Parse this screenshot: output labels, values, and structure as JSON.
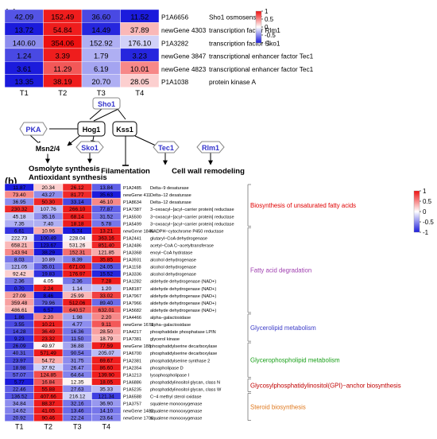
{
  "panel_a_letter": "(a)",
  "panel_b_letter": "(b)",
  "colors": {
    "low": "#1b1bdc",
    "mid": "#ffffff",
    "high": "#ee1111",
    "pathway_node": "#3333cc",
    "cat_fatty_acid_biosynthesis": "#e00000",
    "cat_fatty_acid_degradation": "#a040b0",
    "cat_glycerolipid": "#3b3bc8",
    "cat_glycerophospholipid": "#1aa01a",
    "cat_gpi": "#c00000",
    "cat_steroid": "#e07a20"
  },
  "chart_data": [
    {
      "type": "heatmap",
      "panel": "a",
      "columns": [
        "T1",
        "T2",
        "T3",
        "T4"
      ],
      "colorbar_ticks": [
        "1",
        "0.5",
        "0",
        "-0.5",
        "-1"
      ],
      "rows": [
        {
          "id": "P1A6656",
          "desc": "Sho1 osmosensor",
          "values": [
            "42.09",
            "152.49",
            "36.60",
            "11.52"
          ],
          "scores": [
            -0.75,
            0.95,
            -0.8,
            -1.0
          ]
        },
        {
          "id": "newGene 4303",
          "desc": "transcription factor Rlm1",
          "values": [
            "13.72",
            "54.84",
            "14.49",
            "37.89"
          ],
          "scores": [
            -1.0,
            0.95,
            -0.95,
            0.3
          ]
        },
        {
          "id": "P1A3282",
          "desc": "transcription factor Sko1",
          "values": [
            "140.60",
            "354.06",
            "152.92",
            "176.10"
          ],
          "scores": [
            -0.5,
            1.0,
            -0.35,
            -0.2
          ]
        },
        {
          "id": "newGene 3847",
          "desc": "transcriptional enhancer factor Tec1",
          "values": [
            "1.24",
            "3.39",
            "1.79",
            "3.23"
          ],
          "scores": [
            -0.8,
            0.95,
            -0.35,
            -0.95
          ]
        },
        {
          "id": "newGene 4823",
          "desc": "transcriptional enhancer factor Tec1",
          "values": [
            "3.61",
            "11.29",
            "6.19",
            "10.01"
          ],
          "scores": [
            -1.0,
            0.7,
            -0.4,
            0.5
          ]
        },
        {
          "id": "P1A1038",
          "desc": "protein kinase A",
          "values": [
            "13.35",
            "38.19",
            "20.70",
            "28.05"
          ],
          "scores": [
            -1.0,
            0.95,
            -0.35,
            0.2
          ]
        }
      ]
    },
    {
      "type": "heatmap",
      "panel": "b",
      "columns": [
        "T1",
        "T2",
        "T3",
        "T4"
      ],
      "colorbar_ticks": [
        "1",
        "0.5",
        "0",
        "-0.5",
        "-1"
      ],
      "rows": [
        {
          "id": "P1A2485",
          "desc": "Delta−9 desaturase",
          "values": [
            "11.87",
            "20.34",
            "26.12",
            "13.84"
          ],
          "scores": [
            -1.0,
            0.2,
            0.9,
            -0.7
          ]
        },
        {
          "id": "newGene 411",
          "desc": "Delta−12 desaturase",
          "values": [
            "73.40",
            "43.27",
            "81.77",
            "35.63"
          ],
          "scores": [
            0.5,
            -0.5,
            0.9,
            -1.0
          ]
        },
        {
          "id": "P1A8634",
          "desc": "Delta−12 desaturase",
          "values": [
            "36.95",
            "50.30",
            "33.14",
            "46.10"
          ],
          "scores": [
            -0.5,
            0.9,
            -0.8,
            0.5
          ]
        },
        {
          "id": "P1A7387",
          "desc": "3−oxoacyl−[acyl−carrier protein] reductase",
          "values": [
            "230.32",
            "107.76",
            "266.10",
            "77.87"
          ],
          "scores": [
            0.9,
            -0.3,
            0.95,
            -0.7
          ]
        },
        {
          "id": "P1A5500",
          "desc": "3−oxoacyl−[acyl−carrier protein] reductase",
          "values": [
            "45.18",
            "35.16",
            "68.14",
            "31.52"
          ],
          "scores": [
            -0.25,
            -0.5,
            0.95,
            -0.6
          ]
        },
        {
          "id": "P1A5499",
          "desc": "3−oxoacyl−[acyl−carrier protein] reductase",
          "values": [
            "7.35",
            "7.40",
            "18.18",
            "5.78"
          ],
          "scores": [
            -0.35,
            -0.35,
            0.95,
            -0.6
          ]
        },
        {
          "id": "newGene 1846",
          "desc": "NADPH−cytochrome P450 reductase",
          "values": [
            "6.61",
            "10.96",
            "5.74",
            "13.21"
          ],
          "scores": [
            -0.9,
            0.35,
            -1.0,
            0.95
          ]
        },
        {
          "id": "P1A2441",
          "desc": "glutaryl−CoA dehydrogenase",
          "values": [
            "222.73",
            "100.49",
            "228.04",
            "363.16"
          ],
          "scores": [
            -0.1,
            -0.9,
            -0.05,
            0.95
          ]
        },
        {
          "id": "P1A2486",
          "desc": "acetyl−CoA C−acetyltransferase",
          "values": [
            "658.21",
            "123.67",
            "531.26",
            "851.40"
          ],
          "scores": [
            0.3,
            -1.0,
            0.1,
            0.9
          ]
        },
        {
          "id": "P1A3368",
          "desc": "enoyl−CoA hydratase",
          "values": [
            "143.94",
            "38.29",
            "152.31",
            "121.85"
          ],
          "scores": [
            0.5,
            -1.0,
            0.6,
            0.35
          ]
        },
        {
          "id": "P1A3931",
          "desc": "alcohol dehydrogenase",
          "values": [
            "8.03",
            "10.89",
            "8.39",
            "35.85"
          ],
          "scores": [
            -0.6,
            -0.4,
            -0.55,
            0.95
          ]
        },
        {
          "id": "P1A1158",
          "desc": "alcohol dehydrogenase",
          "values": [
            "121.05",
            "35.01",
            "671.00",
            "24.05"
          ],
          "scores": [
            -0.35,
            -0.7,
            0.95,
            -0.75
          ]
        },
        {
          "id": "P1A3336",
          "desc": "alcohol dehydrogenase",
          "values": [
            "92.42",
            "19.83",
            "176.97",
            "15.52"
          ],
          "scores": [
            0.2,
            -0.9,
            0.95,
            -0.95
          ]
        },
        {
          "id": "P1A1282",
          "desc": "aldehyde dehydrogenase (NAD+)",
          "values": [
            "2.36",
            "4.05",
            "2.36",
            "7.28"
          ],
          "scores": [
            -0.6,
            0.0,
            -0.6,
            0.95
          ]
        },
        {
          "id": "P1A8187",
          "desc": "aldehyde dehydrogenase (NAD+)",
          "values": [
            "0.70",
            "2.24",
            "1.14",
            "1.20"
          ],
          "scores": [
            -0.9,
            0.95,
            -0.3,
            -0.25
          ]
        },
        {
          "id": "P1A7967",
          "desc": "aldehyde dehydrogenase (NAD+)",
          "values": [
            "27.09",
            "8.46",
            "25.99",
            "33.02"
          ],
          "scores": [
            0.4,
            -1.0,
            0.3,
            0.8
          ]
        },
        {
          "id": "P1A7966",
          "desc": "aldehyde dehydrogenase (NAD+)",
          "values": [
            "359.48",
            "79.96",
            "512.06",
            "89.40"
          ],
          "scores": [
            0.4,
            -0.7,
            0.95,
            -0.65
          ]
        },
        {
          "id": "P1A5682",
          "desc": "aldehyde dehydrogenase (NAD+)",
          "values": [
            "486.61",
            "6.57",
            "640.57",
            "632.01"
          ],
          "scores": [
            0.3,
            -1.0,
            0.7,
            0.7
          ]
        },
        {
          "id": "P1A4466",
          "desc": "alpha−galactosidase",
          "values": [
            "1.86",
            "2.20",
            "1.98",
            "2.20"
          ],
          "scores": [
            -0.9,
            0.5,
            -0.4,
            0.5
          ]
        },
        {
          "id": "newGene 1671",
          "desc": "alpha−galactosidase",
          "values": [
            "3.55",
            "10.21",
            "4.77",
            "9.11"
          ],
          "scores": [
            -0.8,
            0.95,
            -0.5,
            0.7
          ]
        },
        {
          "id": "P1A4217",
          "desc": "phosphatidate phosphatase LPIN",
          "values": [
            "14.28",
            "36.49",
            "16.36",
            "28.50"
          ],
          "scores": [
            -0.8,
            0.9,
            -0.6,
            0.4
          ]
        },
        {
          "id": "P1A7381",
          "desc": "glycerol kinase",
          "values": [
            "9.23",
            "23.32",
            "11.50",
            "18.79"
          ],
          "scores": [
            -0.9,
            0.95,
            -0.6,
            0.3
          ]
        },
        {
          "id": "newGene 188",
          "desc": "phosphatidylserine decarboxylase",
          "values": [
            "26.09",
            "49.97",
            "36.88",
            "77.59"
          ],
          "scores": [
            -0.85,
            0.05,
            -0.4,
            0.95
          ]
        },
        {
          "id": "P1A6700",
          "desc": "phosphatidylserine decarboxylase",
          "values": [
            "40.31",
            "571.49",
            "90.54",
            "205.07"
          ],
          "scores": [
            -0.7,
            0.95,
            -0.6,
            -0.3
          ]
        },
        {
          "id": "P1A2381",
          "desc": "phosphatidylserine synthase 2",
          "values": [
            "23.97",
            "54.72",
            "31.75",
            "69.67"
          ],
          "scores": [
            -0.8,
            0.35,
            -0.5,
            0.95
          ]
        },
        {
          "id": "P1A2354",
          "desc": "phospholipase D",
          "values": [
            "18.98",
            "37.92",
            "26.47",
            "86.60"
          ],
          "scores": [
            -0.75,
            -0.2,
            -0.5,
            0.95
          ]
        },
        {
          "id": "P1A1213",
          "desc": "lysophospholipase I",
          "values": [
            "57.07",
            "124.85",
            "64.64",
            "139.90"
          ],
          "scores": [
            -0.7,
            0.75,
            -0.55,
            0.95
          ]
        },
        {
          "id": "P1A6886",
          "desc": "phosphatidylinositol glycan, class N",
          "values": [
            "5.77",
            "16.84",
            "12.35",
            "18.05"
          ],
          "scores": [
            -1.0,
            0.7,
            0.05,
            0.95
          ]
        },
        {
          "id": "P1A5235",
          "desc": "phosphatidylinositol glycan, class W",
          "values": [
            "22.46",
            "55.88",
            "27.63",
            "35.33"
          ],
          "scores": [
            -0.7,
            0.95,
            -0.5,
            -0.3
          ]
        },
        {
          "id": "P1A6588",
          "desc": "C−4 methyl sterol oxidase",
          "values": [
            "136.52",
            "407.66",
            "216.12",
            "121.34"
          ],
          "scores": [
            -0.75,
            0.95,
            -0.2,
            -0.85
          ]
        },
        {
          "id": "P1A3757",
          "desc": "squalene monooxygenase",
          "values": [
            "34.84",
            "88.37",
            "32.16",
            "36.90"
          ],
          "scores": [
            -0.5,
            0.95,
            -0.6,
            -0.45
          ]
        },
        {
          "id": "newGene 1482",
          "desc": "squalene monooxygenase",
          "values": [
            "14.62",
            "41.05",
            "13.46",
            "14.10"
          ],
          "scores": [
            -0.55,
            0.95,
            -0.65,
            -0.6
          ]
        },
        {
          "id": "newGene 1706",
          "desc": "squalene monooxygenase",
          "values": [
            "20.92",
            "90.46",
            "22.24",
            "23.64"
          ],
          "scores": [
            -0.65,
            0.95,
            -0.6,
            -0.55
          ]
        }
      ],
      "categories": [
        {
          "label": "Biosynthesis of unsaturated fatty acids",
          "from": 0,
          "to": 5,
          "color_key": "cat_fatty_acid_biosynthesis"
        },
        {
          "label": "Fatty acid degradation",
          "from": 6,
          "to": 17,
          "color_key": "cat_fatty_acid_degradation"
        },
        {
          "label": "Glycerolipid metabolism",
          "from": 18,
          "to": 21,
          "color_key": "cat_glycerolipid"
        },
        {
          "label": "Glycerophospholipid metabolism",
          "from": 22,
          "to": 26,
          "color_key": "cat_glycerophospholipid"
        },
        {
          "label": "Glycosylphosphatidylinositol(GPI)−anchor biosynthesis",
          "from": 27,
          "to": 28,
          "color_key": "cat_gpi"
        },
        {
          "label": "Steroid biosynthesis",
          "from": 29,
          "to": 32,
          "color_key": "cat_steroid"
        }
      ]
    }
  ],
  "pathway": {
    "nodes": {
      "sho1": "Sho1",
      "pka": "PKA",
      "hog1": "Hog1",
      "kss1": "Kss1",
      "msn24": "Msn2/4",
      "sko1": "Sko1",
      "tec1": "Tec1",
      "rlm1": "Rlm1"
    },
    "outputs": {
      "osmolyte": "Osmolyte synthesis",
      "antioxidant": "Antioxidant synthesis",
      "filamentation": "Filamentation",
      "cellwall": "Cell wall remodeling"
    }
  }
}
